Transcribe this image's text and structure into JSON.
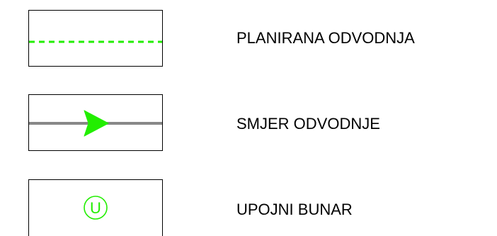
{
  "legend": {
    "items": [
      {
        "label": "PLANIRANA ODVODNJA",
        "symbol": "dashed-line",
        "color": "#22ee00"
      },
      {
        "label": "SMJER ODVODNJE",
        "symbol": "arrow-on-line",
        "color": "#22ee00",
        "line_color": "#888888"
      },
      {
        "label": "UPOJNI BUNAR",
        "symbol": "circled-letter",
        "glyph": "U",
        "color": "#22ee00"
      }
    ]
  }
}
